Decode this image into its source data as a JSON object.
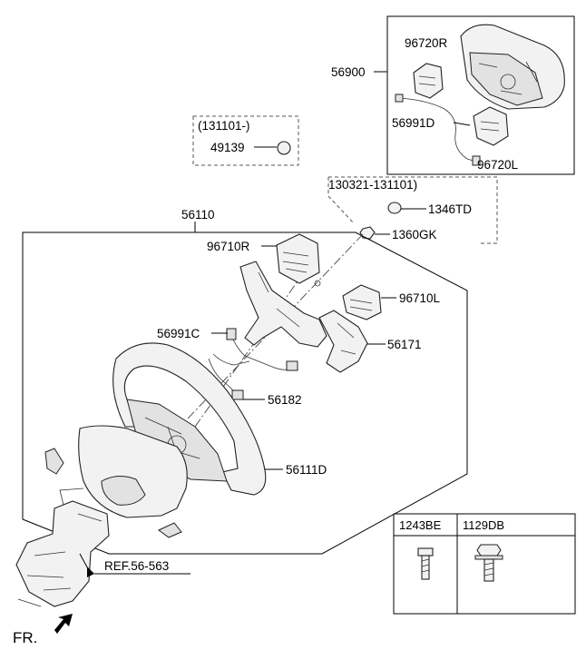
{
  "labels": {
    "airbag_module": "56900",
    "switch_right_upper": "96720R",
    "extension_wire_upper": "56991D",
    "switch_left_upper": "96720L",
    "date_range_1": "(131101-)",
    "nut_49139": "49139",
    "date_range_2": "130321-131101)",
    "part_1346TD": "1346TD",
    "part_1360GK": "1360GK",
    "steering_wheel_assy": "56110",
    "remote_switch_right": "96710R",
    "remote_switch_left": "96710L",
    "extension_wire_lower": "56991C",
    "bezel_56171": "56171",
    "wire_56182": "56182",
    "cover_56111D": "56111D",
    "reference": "REF.56-563",
    "front_indicator": "FR."
  },
  "fastener_table": {
    "columns": [
      "1243BE",
      "1129DB"
    ]
  }
}
